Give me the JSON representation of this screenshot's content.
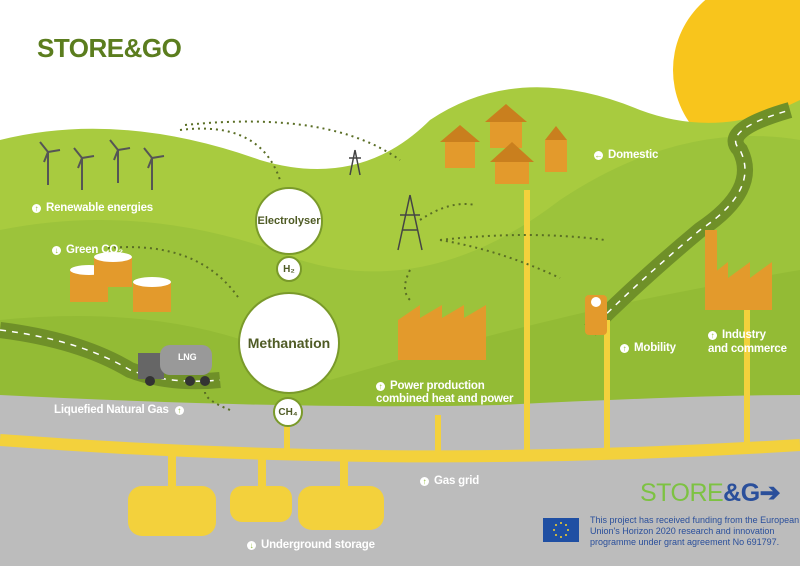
{
  "header": {
    "title": "STORE&GO"
  },
  "process": {
    "electrolyser": "Electrolyser",
    "h2": "H₂",
    "methanation": "Methanation",
    "ch4": "CH₄"
  },
  "labels": {
    "renewable": "Renewable energies",
    "green_co2": "Green CO₂",
    "lng_truck": "LNG",
    "lng": "Liquefied Natural Gas",
    "domestic": "Domestic",
    "power_line1": "Power production",
    "power_line2": "combined heat and power",
    "mobility": "Mobility",
    "industry_line1": "Industry",
    "industry_line2": "and commerce",
    "gas_grid": "Gas grid",
    "storage": "Underground storage"
  },
  "footer": {
    "logo_part1": "STORE",
    "logo_part2": "&G➔",
    "funding_line1": "This project has received funding from the European",
    "funding_line2": "Union's Horizon 2020 research and innovation",
    "funding_line3": "programme under grant agreement No 691797."
  },
  "colors": {
    "green": "#9cc33b",
    "dark_green": "#5b7d1e",
    "sun": "#f8c51c",
    "ground": "#bcbcbc",
    "orange": "#e39a2c",
    "pipe": "#f3d13c",
    "eu_blue": "#1f4fa3"
  }
}
